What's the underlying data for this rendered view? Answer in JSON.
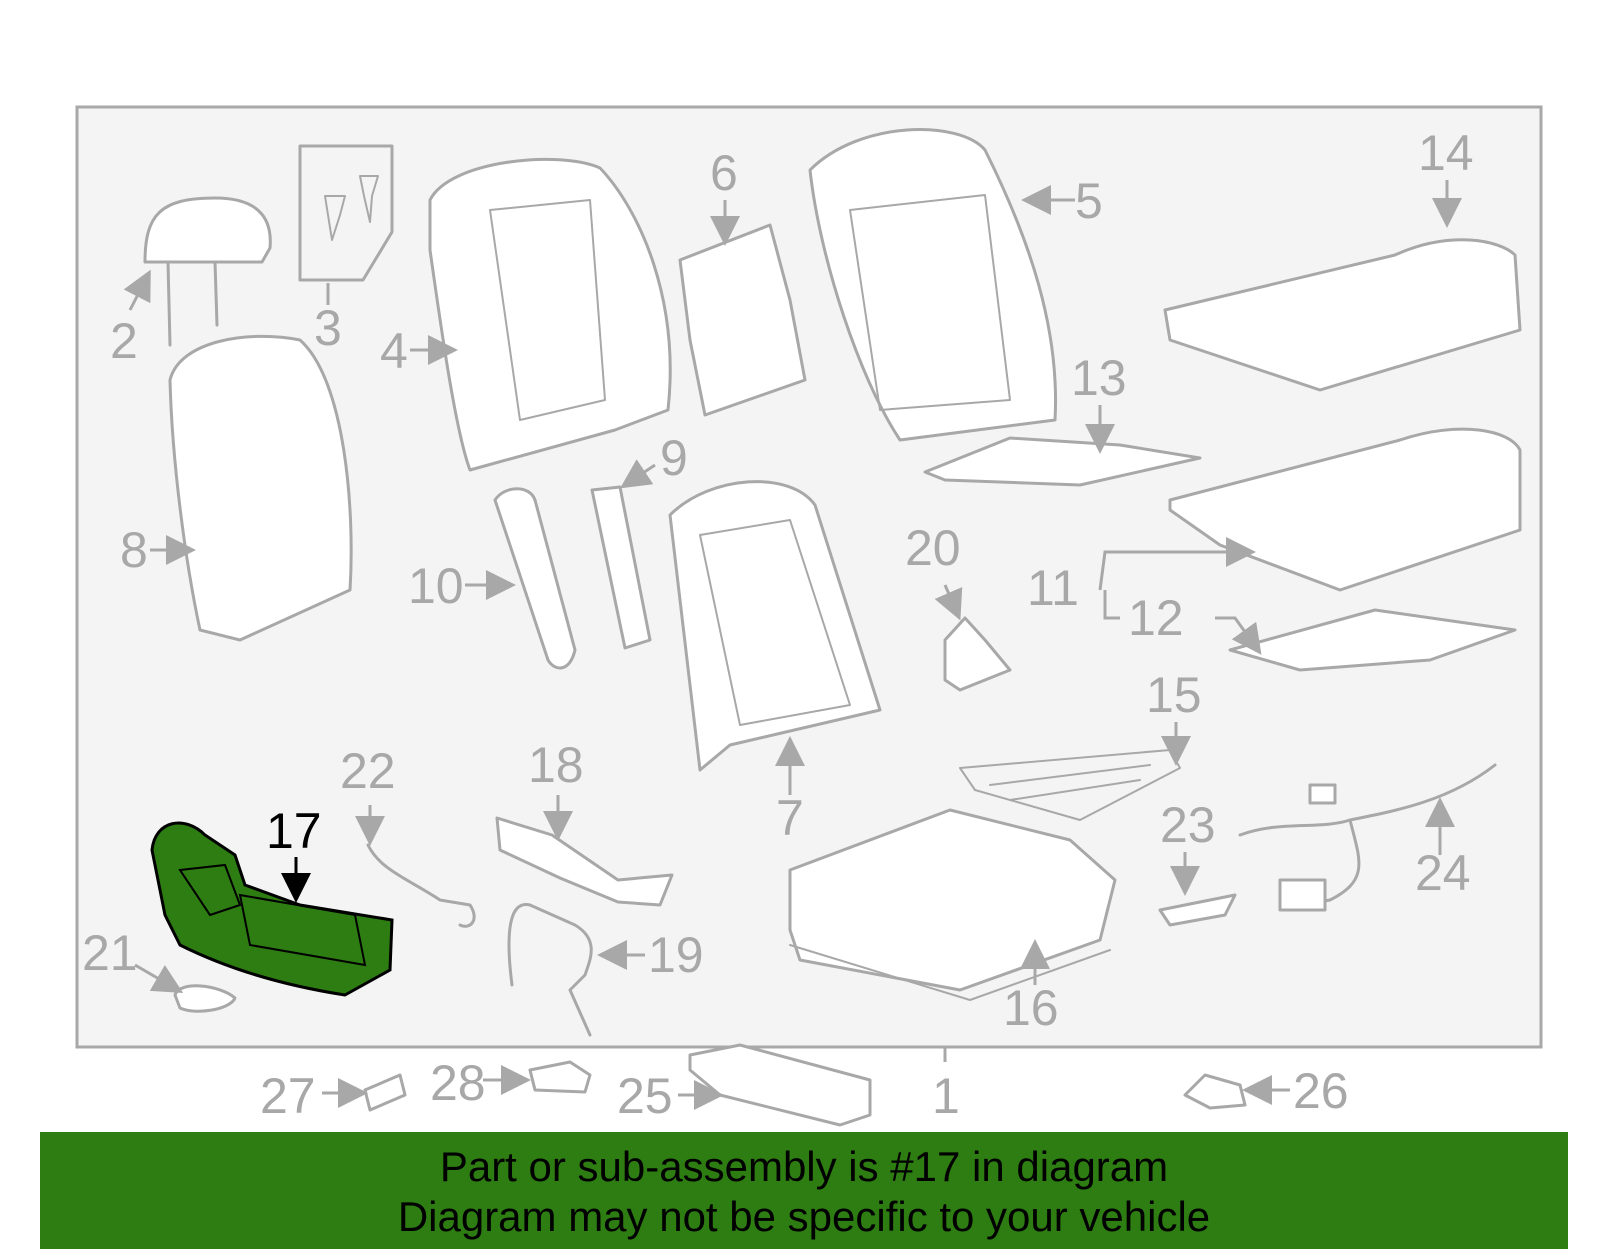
{
  "labels": {
    "n1": "1",
    "n2": "2",
    "n3": "3",
    "n4": "4",
    "n5": "5",
    "n6": "6",
    "n7": "7",
    "n8": "8",
    "n9": "9",
    "n10": "10",
    "n11": "11",
    "n12": "12",
    "n13": "13",
    "n14": "14",
    "n15": "15",
    "n16": "16",
    "n17": "17",
    "n18": "18",
    "n19": "19",
    "n20": "20",
    "n21": "21",
    "n22": "22",
    "n23": "23",
    "n24": "24",
    "n25": "25",
    "n26": "26",
    "n27": "27",
    "n28": "28"
  },
  "highlight": {
    "part": "17",
    "color": "#2d7d12"
  },
  "footer": {
    "line1": "Part or sub-assembly is #17 in diagram",
    "line2": "Diagram may not be specific to your vehicle"
  }
}
